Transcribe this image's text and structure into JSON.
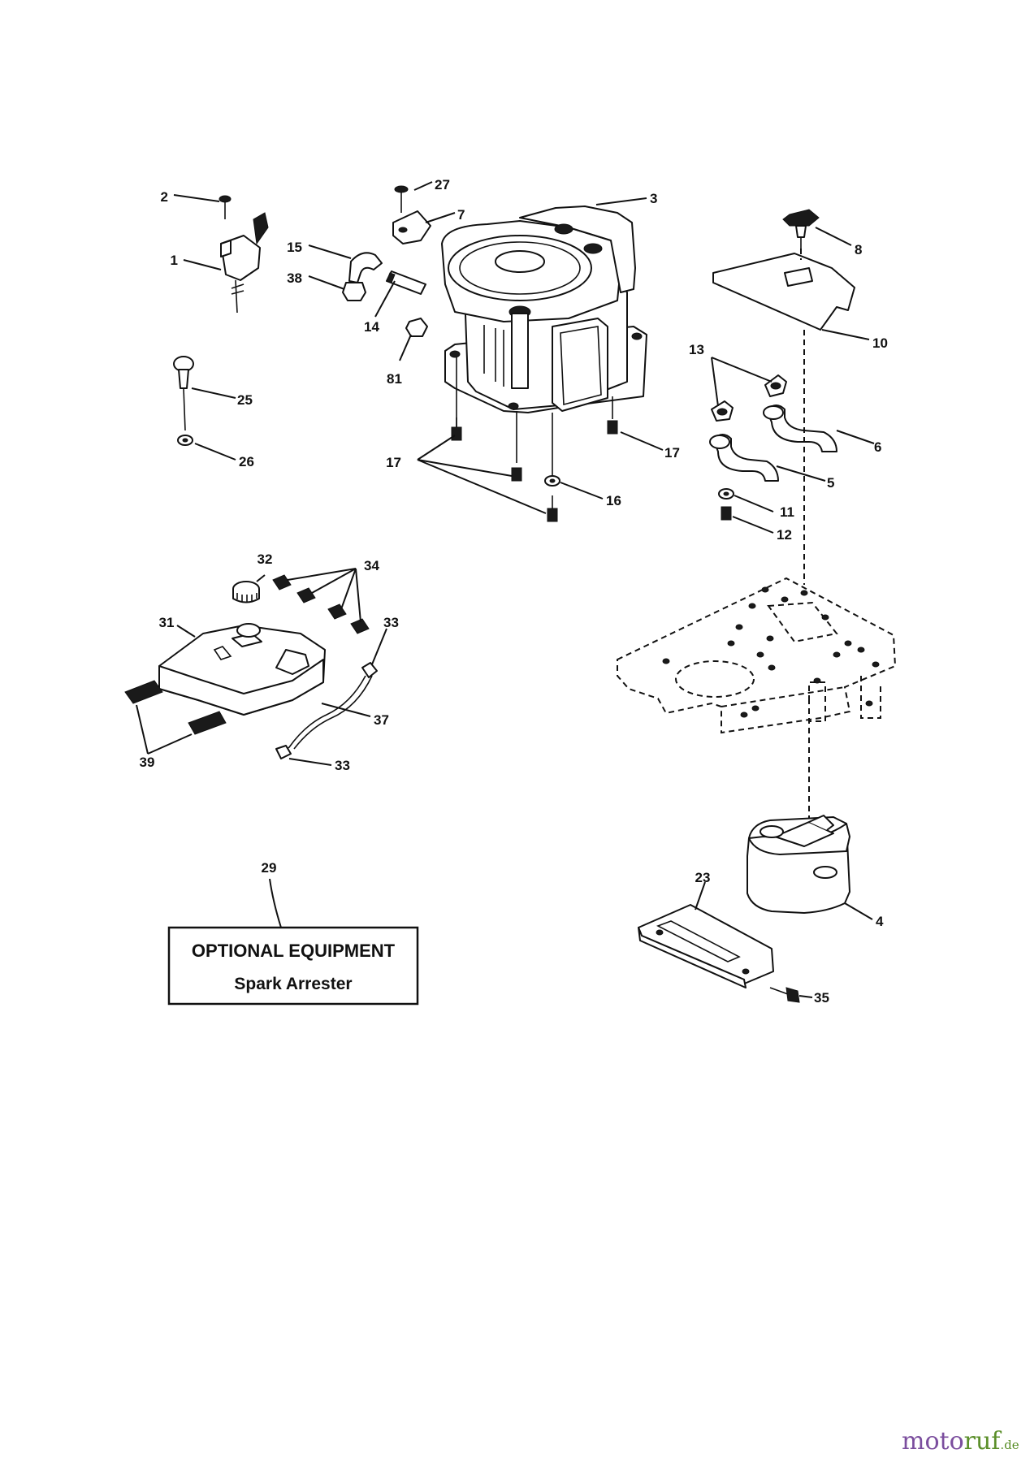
{
  "callouts": {
    "c1": "1",
    "c2": "2",
    "c3": "3",
    "c4": "4",
    "c5": "5",
    "c6": "6",
    "c7": "7",
    "c8": "8",
    "c10": "10",
    "c11": "11",
    "c12": "12",
    "c13": "13",
    "c14": "14",
    "c15": "15",
    "c16": "16",
    "c17a": "17",
    "c17b": "17",
    "c23": "23",
    "c25": "25",
    "c26": "26",
    "c27": "27",
    "c29": "29",
    "c31": "31",
    "c32": "32",
    "c33a": "33",
    "c33b": "33",
    "c34": "34",
    "c35": "35",
    "c37": "37",
    "c38": "38",
    "c39": "39",
    "c81": "81"
  },
  "optional_box": {
    "title": "OPTIONAL EQUIPMENT",
    "subtitle": "Spark Arrester"
  },
  "watermark": {
    "part1": "moto",
    "part2": "ruf",
    "suffix": ".de",
    "color_primary": "#7b4e9e",
    "color_secondary": "#5b8f2a"
  }
}
